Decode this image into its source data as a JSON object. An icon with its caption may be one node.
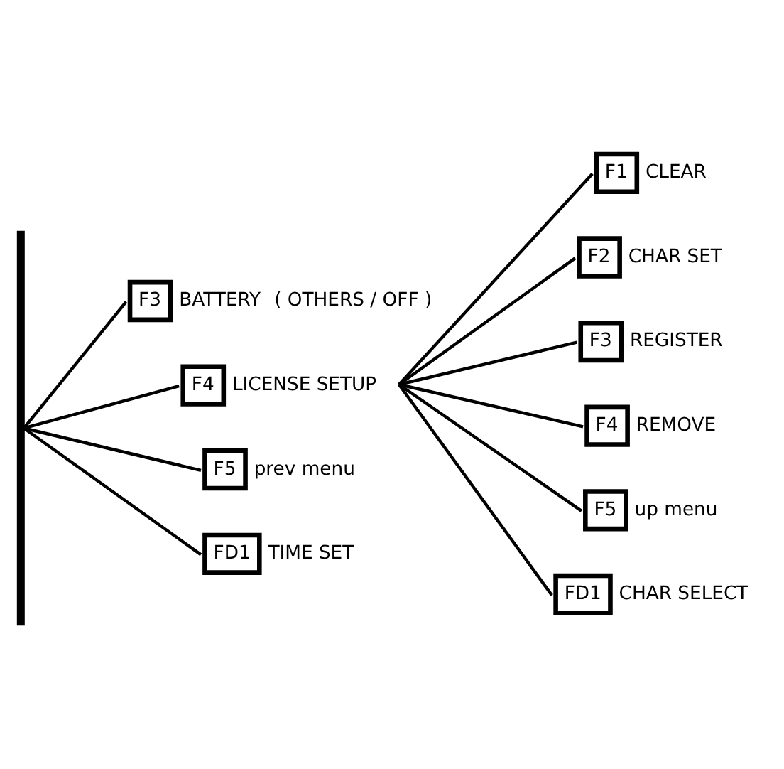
{
  "diagram": {
    "nodes": [
      {
        "text": [
          "F3"
        ],
        "beside": [
          "BATTERY",
          "( OTHERS / OFF )"
        ]
      },
      {
        "text": [
          "F4"
        ],
        "beside": [
          "LICENSE SETUP"
        ]
      },
      {
        "text": [
          "F1"
        ],
        "beside": [
          "CLEAR"
        ]
      },
      {
        "text": [
          "F2"
        ],
        "beside": [
          "CHAR SET"
        ]
      },
      {
        "text": [
          "F3"
        ],
        "beside": [
          "REGISTER"
        ]
      },
      {
        "text": [
          "F4"
        ],
        "beside": [
          "REMOVE"
        ]
      },
      {
        "text": [
          "F5"
        ],
        "beside": [
          "up menu"
        ]
      },
      {
        "text": [
          "FD1"
        ],
        "beside": [
          "CHAR SELECT"
        ]
      },
      {
        "text": [
          "F5"
        ],
        "beside": [
          "prev menu"
        ]
      },
      {
        "text": [
          "FD1"
        ],
        "beside": [
          "TIME SET"
        ]
      },
      {
        "text": [],
        "shape": "bar"
      }
    ],
    "edges": [
      {
        "from": 10,
        "to": 0,
        "arrow": "none"
      },
      {
        "from": 10,
        "to": 1,
        "arrow": "none"
      },
      {
        "from": 10,
        "to": 8,
        "arrow": "none"
      },
      {
        "from": 10,
        "to": 9,
        "arrow": "none"
      },
      {
        "from": 1,
        "to": 2,
        "arrow": "none"
      },
      {
        "from": 1,
        "to": 3,
        "arrow": "none"
      },
      {
        "from": 1,
        "to": 4,
        "arrow": "none"
      },
      {
        "from": 1,
        "to": 5,
        "arrow": "none"
      },
      {
        "from": 1,
        "to": 6,
        "arrow": "none"
      },
      {
        "from": 1,
        "to": 7,
        "arrow": "none"
      }
    ]
  }
}
